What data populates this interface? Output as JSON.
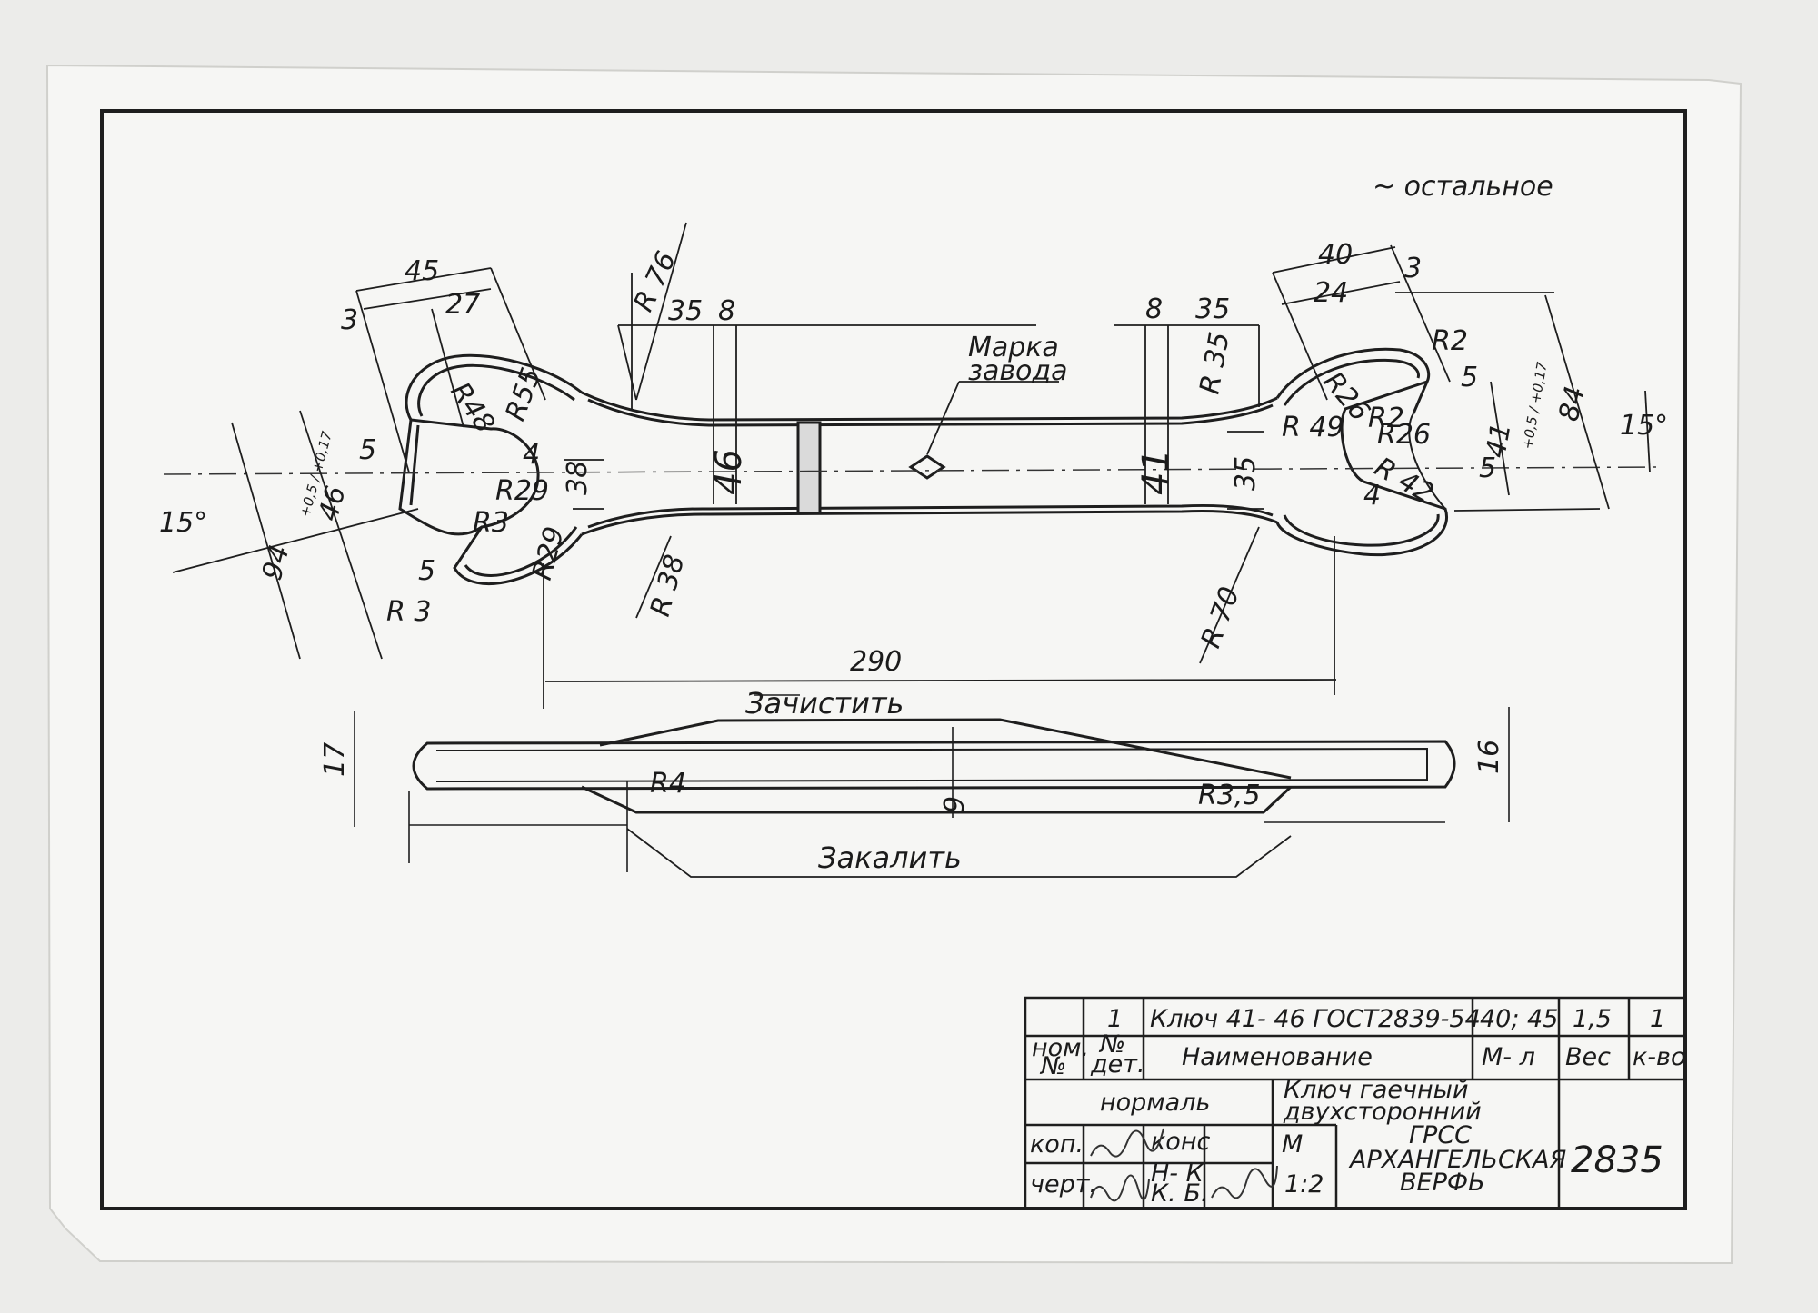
{
  "note_roughness": "~ остальное",
  "dimensions": {
    "left_45": "45",
    "left_3": "3",
    "left_27": "27",
    "r76": "R 76",
    "d35_left": "35",
    "d8_left": "8",
    "d8_right": "8",
    "d35_right": "35",
    "right_40": "40",
    "right_24": "24",
    "right_3": "3",
    "r2_top": "R2",
    "r2_mid": "R2",
    "r35": "R 35",
    "r49": "R 49",
    "r26a": "R26",
    "r26b": "R26",
    "r42": "R 42",
    "d84": "84",
    "d41": "41",
    "tol41": "+0,5 / +0,17",
    "d15_right": "15°",
    "d15_left": "15°",
    "r48": "R48",
    "r55": "R55",
    "r29a": "R29",
    "r29b": "R29",
    "r3a": "R3",
    "r3b": "R 3",
    "d46_jaw": "46",
    "tol46": "+0,5 / +0,17",
    "d94": "94",
    "d38": "38",
    "d46_shank": "46",
    "d41_shank": "41",
    "d35_mid": "35",
    "r38": "R 38",
    "r70": "R 70",
    "d290": "290",
    "d17": "17",
    "d16": "16",
    "d9": "9",
    "r4": "R4",
    "r35b": "R3,5",
    "rough_l1": "5",
    "rough_l2": "4",
    "rough_l3": "5",
    "rough_r1": "5",
    "rough_r2": "4",
    "rough_r3": "5"
  },
  "labels": {
    "marka_line1": "Марка",
    "marka_line2": "завода",
    "zachistit": "Зачистить",
    "zakalit": "Закалить"
  },
  "title_block": {
    "row1": {
      "num": "1",
      "name": "Ключ   41- 46  ГОСТ2839-54",
      "material": "40; 45",
      "weight": "1,5",
      "qty": "1"
    },
    "headers": {
      "nom": "ном.",
      "nom2": "№",
      "det": "№",
      "det2": "дет.",
      "name": "Наименование",
      "material": "М- л",
      "weight": "Вес",
      "qty": "к-во"
    },
    "normal": "нормаль",
    "description_l1": "Ключ гаечный",
    "description_l2": "двухсторонний",
    "kop": "коп.",
    "chert": "черт.",
    "kons": "конс",
    "nk": "Н- К",
    "kb": "К. Б.",
    "m": "М",
    "scale": "1:2",
    "org1": "ГРСС",
    "org2": "АРХАНГЕЛЬСКАЯ",
    "org3": "ВЕРФЬ",
    "drawing_no": "2835"
  }
}
